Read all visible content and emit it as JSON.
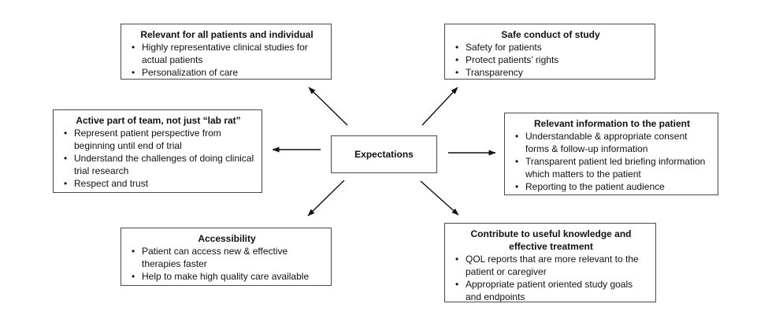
{
  "center": {
    "label": "Expectations"
  },
  "boxes": [
    {
      "id": "top-left",
      "title": "Relevant for all patients and individual",
      "bullets": [
        "Highly representative clinical studies for actual patients",
        "Personalization of care"
      ]
    },
    {
      "id": "top-right",
      "title": "Safe conduct of study",
      "bullets": [
        "Safety for patients",
        "Protect patients’ rights",
        "Transparency"
      ]
    },
    {
      "id": "middle-left",
      "title": "Active part of team, not just “lab rat”",
      "bullets": [
        "Represent patient perspective from beginning until end of trial",
        "Understand the challenges of doing clinical trial research",
        "Respect and trust"
      ]
    },
    {
      "id": "middle-right",
      "title": "Relevant information to the patient",
      "bullets": [
        "Understandable & appropriate consent forms & follow-up information",
        "Transparent patient led briefing information which matters  to the patient",
        "Reporting to the patient audience"
      ]
    },
    {
      "id": "bottom-left",
      "title": "Accessibility",
      "bullets": [
        "Patient can access new & effective therapies faster",
        "Help to make high quality care available"
      ]
    },
    {
      "id": "bottom-right",
      "title": "Contribute to useful knowledge and effective treatment",
      "bullets": [
        "QOL reports that are more relevant to the patient or caregiver",
        "Appropriate patient oriented study goals and endpoints"
      ]
    }
  ],
  "connections": [
    {
      "from": "Expectations",
      "to": "Relevant for all patients and individual"
    },
    {
      "from": "Expectations",
      "to": "Safe conduct of study"
    },
    {
      "from": "Expectations",
      "to": "Active part of team, not just “lab rat”"
    },
    {
      "from": "Expectations",
      "to": "Relevant information to the patient"
    },
    {
      "from": "Expectations",
      "to": "Accessibility"
    },
    {
      "from": "Expectations",
      "to": "Contribute to useful knowledge and effective treatment"
    }
  ],
  "colors": {
    "border": "#4a4a4a",
    "text": "#111111",
    "arrow": "#111111",
    "background": "#ffffff"
  }
}
